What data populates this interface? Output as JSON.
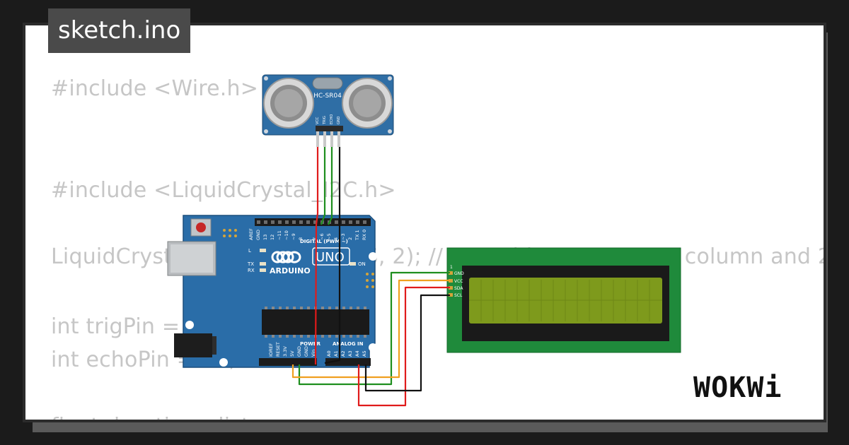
{
  "window": {
    "title": "sketch.ino"
  },
  "code_lines": [
    "#include <Wire.h>",
    "#include <LiquidCrystal_I2C.h>",
    "LiquidCrystal_I2C lcd(0x27, 16, 2); // I2C address 0x27, 16 column and 2",
    "int trigPin = 9;",
    "int echoPin = 10;",
    "float duration, distance;"
  ],
  "sensor": {
    "label": "HC-SR04",
    "pins": [
      "VCC",
      "TRIG",
      "ECHO",
      "GND"
    ]
  },
  "arduino": {
    "brand": "ARDUINO",
    "model": "UNO",
    "digital_header": "DIGITAL (PWM ~)",
    "power_header": "POWER",
    "analog_header": "ANALOG IN",
    "led_labels": [
      "L",
      "TX",
      "RX",
      "ON"
    ],
    "top_pins": [
      "AREF",
      "GND",
      "13",
      "12",
      "~11",
      "~10",
      "~9",
      "8",
      "7",
      "~6",
      "~5",
      "4",
      "~3",
      "2",
      "TX 1",
      "RX 0"
    ],
    "bottom_pins": [
      "IOREF",
      "RESET",
      "3.3V",
      "5V",
      "GND",
      "GND",
      "Vin",
      "A0",
      "A1",
      "A2",
      "A3",
      "A4",
      "A5"
    ]
  },
  "lcd": {
    "pin_marker": "1",
    "pins": [
      "GND",
      "VCC",
      "SDA",
      "SCL"
    ]
  },
  "brand_logo": "WOKWi",
  "colors": {
    "board": "#2a6da8",
    "lcd_pcb": "#1f8a3b",
    "lcd_screen": "#7e9a1c",
    "wire_red": "#e01b1b",
    "wire_green": "#1e8e1e",
    "wire_black": "#111111",
    "wire_orange": "#f0a020"
  }
}
